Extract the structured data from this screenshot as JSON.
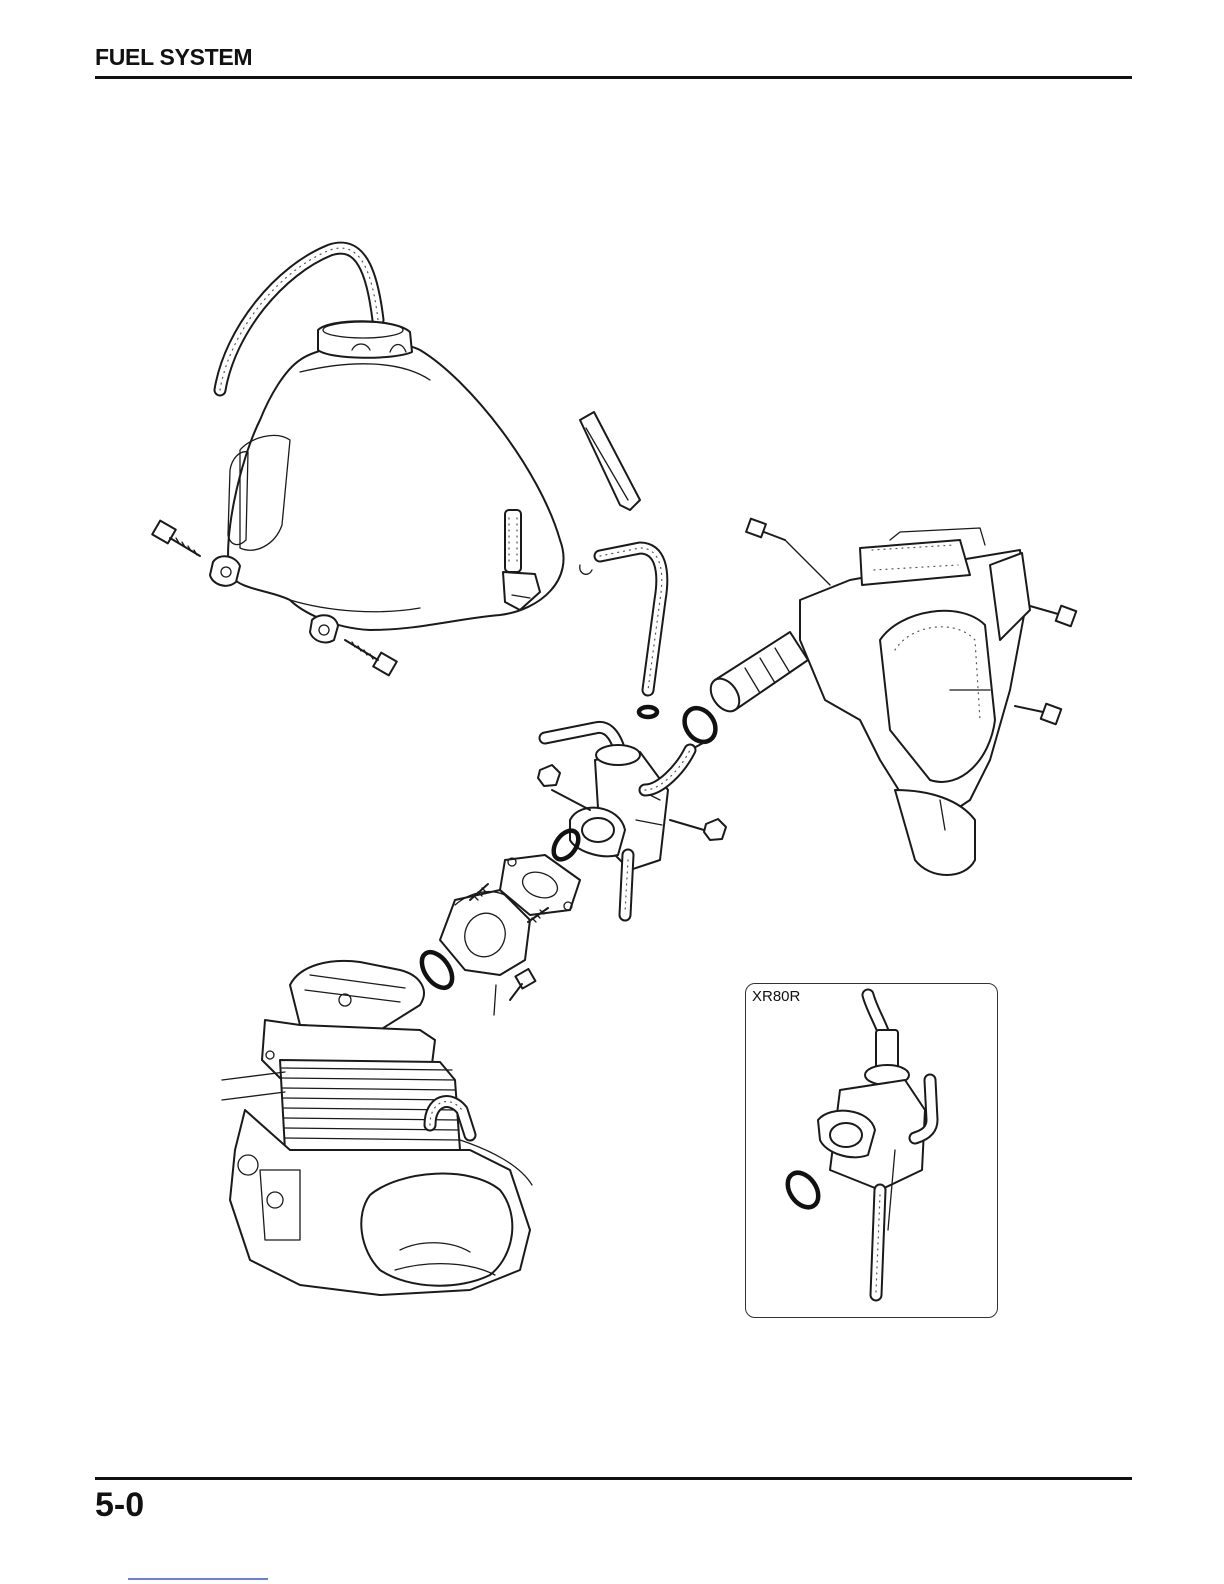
{
  "header": {
    "title": "FUEL SYSTEM"
  },
  "inset": {
    "label": "XR80R"
  },
  "footer": {
    "page_number": "5-0"
  }
}
